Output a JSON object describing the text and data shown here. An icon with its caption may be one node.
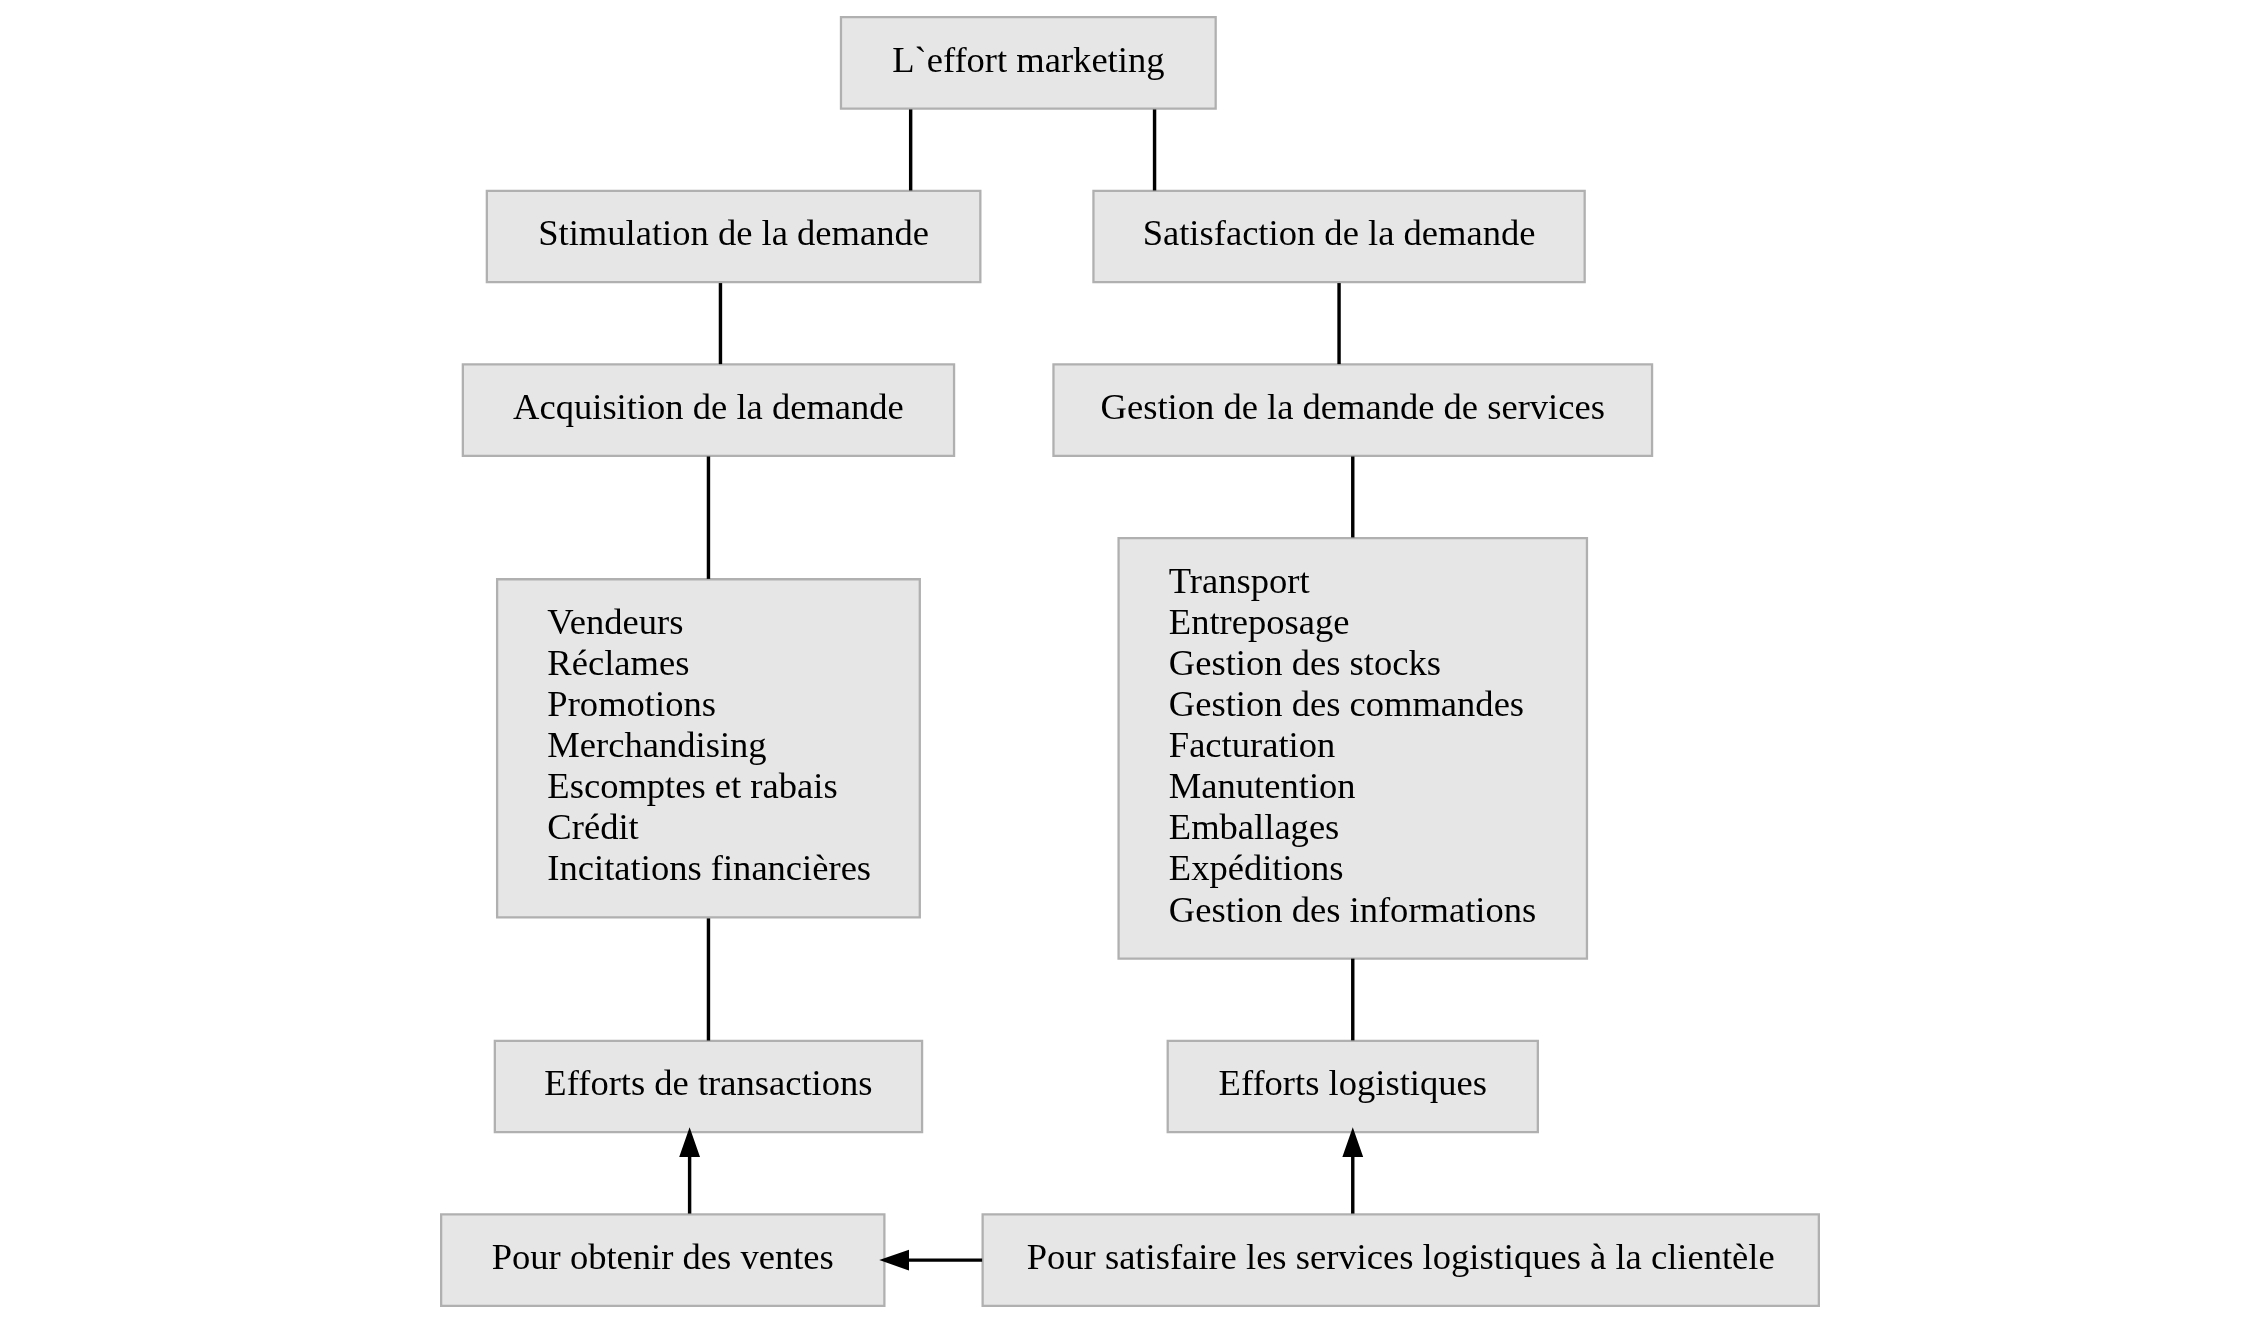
{
  "diagram": {
    "nodes": [
      {
        "text": [
          "L`effort marketing"
        ]
      },
      {
        "text": [
          "Stimulation de la demande"
        ]
      },
      {
        "text": [
          "Satisfaction de la demande"
        ]
      },
      {
        "text": [
          "Acquisition de la demande"
        ]
      },
      {
        "text": [
          "Gestion de la demande de services"
        ]
      },
      {
        "text": [
          "Vendeurs",
          "Réclames",
          "Promotions",
          "Merchandising",
          "Escomptes et rabais",
          "Crédit",
          "Incitations financières"
        ]
      },
      {
        "text": [
          "Transport",
          "Entreposage",
          "Gestion des stocks",
          "Gestion des commandes",
          "Facturation",
          "Manutention",
          "Emballages",
          "Expéditions",
          "Gestion des informations"
        ]
      },
      {
        "text": [
          "Efforts de transactions"
        ]
      },
      {
        "text": [
          "Efforts logistiques"
        ]
      },
      {
        "text": [
          "Pour obtenir des ventes"
        ]
      },
      {
        "text": [
          "Pour satisfaire les services logistiques à la clientèle"
        ]
      }
    ],
    "edges": [
      {
        "from": 0,
        "to": 1,
        "arrow": "none"
      },
      {
        "from": 0,
        "to": 2,
        "arrow": "none"
      },
      {
        "from": 1,
        "to": 3,
        "arrow": "none"
      },
      {
        "from": 2,
        "to": 4,
        "arrow": "none"
      },
      {
        "from": 3,
        "to": 5,
        "arrow": "none"
      },
      {
        "from": 4,
        "to": 6,
        "arrow": "none"
      },
      {
        "from": 5,
        "to": 7,
        "arrow": "none"
      },
      {
        "from": 6,
        "to": 8,
        "arrow": "none"
      },
      {
        "from": 9,
        "to": 7,
        "arrow": "to"
      },
      {
        "from": 10,
        "to": 8,
        "arrow": "to"
      },
      {
        "from": 10,
        "to": 9,
        "arrow": "to"
      }
    ]
  }
}
